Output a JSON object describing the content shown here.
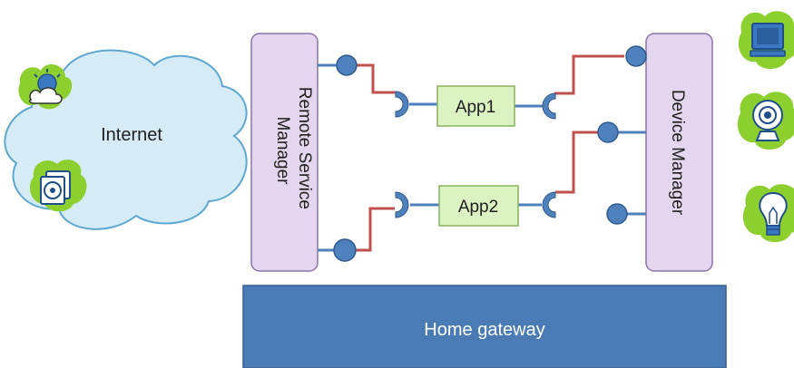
{
  "cloud": {
    "label": "Internet"
  },
  "remote_manager": {
    "label_line1": "Remote Service",
    "label_line2": "Manager"
  },
  "device_manager": {
    "label": "Device Manager"
  },
  "apps": [
    {
      "label": "App1"
    },
    {
      "label": "App2"
    }
  ],
  "gateway": {
    "label": "Home gateway"
  },
  "cloud_icons": [
    "weather-icon",
    "cd-drive-icon"
  ],
  "device_icons": [
    "tv-icon",
    "webcam-icon",
    "lightbulb-icon"
  ],
  "colors": {
    "cloud_fill": "#d5ecf7",
    "cloud_stroke": "#5ea7cf",
    "manager_fill": "#e3d6ee",
    "manager_stroke": "#8c74a8",
    "app_fill": "#dbf2c2",
    "app_stroke": "#88b15c",
    "gateway_fill": "#4a7bb5",
    "gateway_stroke": "#355f92",
    "blue_wire": "#4f7fba",
    "red_wire": "#c0504d",
    "port_fill": "#4f81bd",
    "port_stroke": "#2f5a8c",
    "splash": "#8ccf2e"
  }
}
